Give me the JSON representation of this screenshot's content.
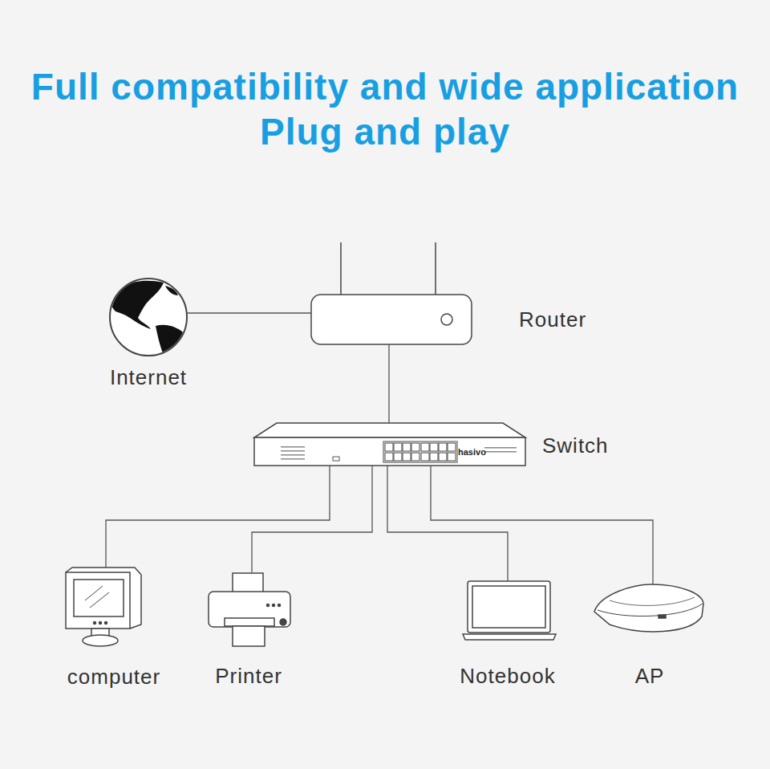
{
  "diagram": {
    "title": "Full compatibility and wide application Plug and play",
    "nodes": [
      {
        "text": [
          "Internet"
        ]
      },
      {
        "text": [
          "Router"
        ]
      },
      {
        "text": [
          "Switch"
        ]
      },
      {
        "text": [
          "computer"
        ]
      },
      {
        "text": [
          "Printer"
        ]
      },
      {
        "text": [
          "Notebook"
        ]
      },
      {
        "text": [
          "AP"
        ]
      }
    ],
    "edges": [
      {
        "from": 0,
        "to": 1,
        "arrow": "none"
      },
      {
        "from": 1,
        "to": 2,
        "arrow": "none"
      },
      {
        "from": 2,
        "to": 3,
        "arrow": "none"
      },
      {
        "from": 2,
        "to": 4,
        "arrow": "none"
      },
      {
        "from": 2,
        "to": 5,
        "arrow": "none"
      },
      {
        "from": 2,
        "to": 6,
        "arrow": "none"
      }
    ],
    "labels": [
      "hasivo"
    ]
  }
}
